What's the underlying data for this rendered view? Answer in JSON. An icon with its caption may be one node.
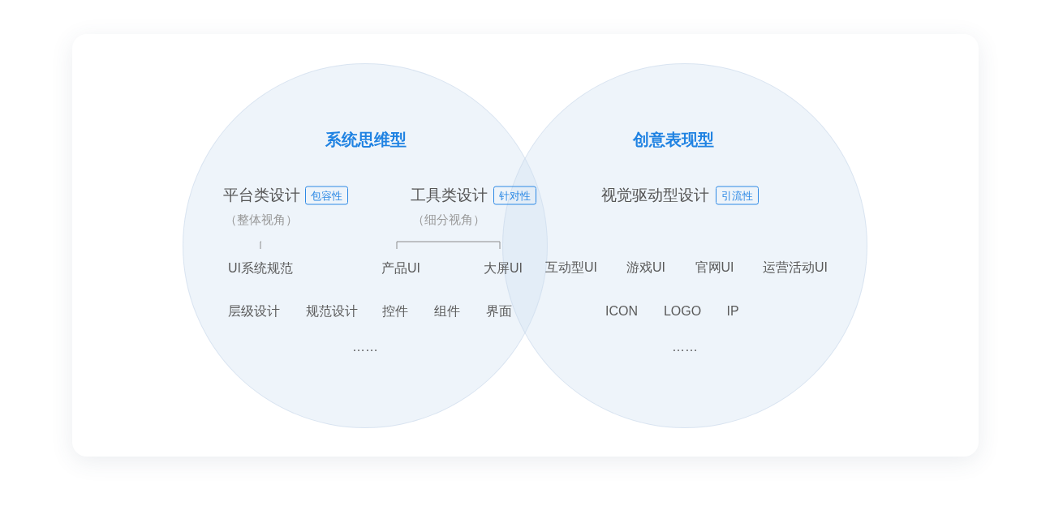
{
  "diagram": {
    "nodes": [
      {
        "text": [
          "系统思维型"
        ]
      },
      {
        "text": [
          "创意表现型"
        ]
      },
      {
        "text": [
          "平台类设计",
          "（整体视角）"
        ],
        "in": 0
      },
      {
        "text": [
          "包容性"
        ],
        "in": 0
      },
      {
        "text": [
          "工具类设计",
          "（细分视角）"
        ],
        "in": 0
      },
      {
        "text": [
          "针对性"
        ],
        "in": 0
      },
      {
        "text": [
          "视觉驱动型设计"
        ],
        "in": 1
      },
      {
        "text": [
          "引流性"
        ],
        "in": 1
      },
      {
        "text": [
          "UI系统规范"
        ],
        "in": 0
      },
      {
        "text": [
          "产品UI"
        ],
        "in": 0
      },
      {
        "text": [
          "大屏UI"
        ],
        "in": 0
      }
    ],
    "edges": [
      {
        "from": 2,
        "to": 8,
        "arrow": "none"
      },
      {
        "from": 4,
        "to": 9,
        "arrow": "none"
      },
      {
        "from": 4,
        "to": 10,
        "arrow": "none"
      }
    ],
    "labels": [
      "互动型UI",
      "游戏UI",
      "官网UI",
      "运营活动UI",
      "层级设计",
      "规范设计",
      "控件",
      "组件",
      "界面",
      "ICON",
      "LOGO",
      "IP",
      "……",
      "……"
    ]
  }
}
